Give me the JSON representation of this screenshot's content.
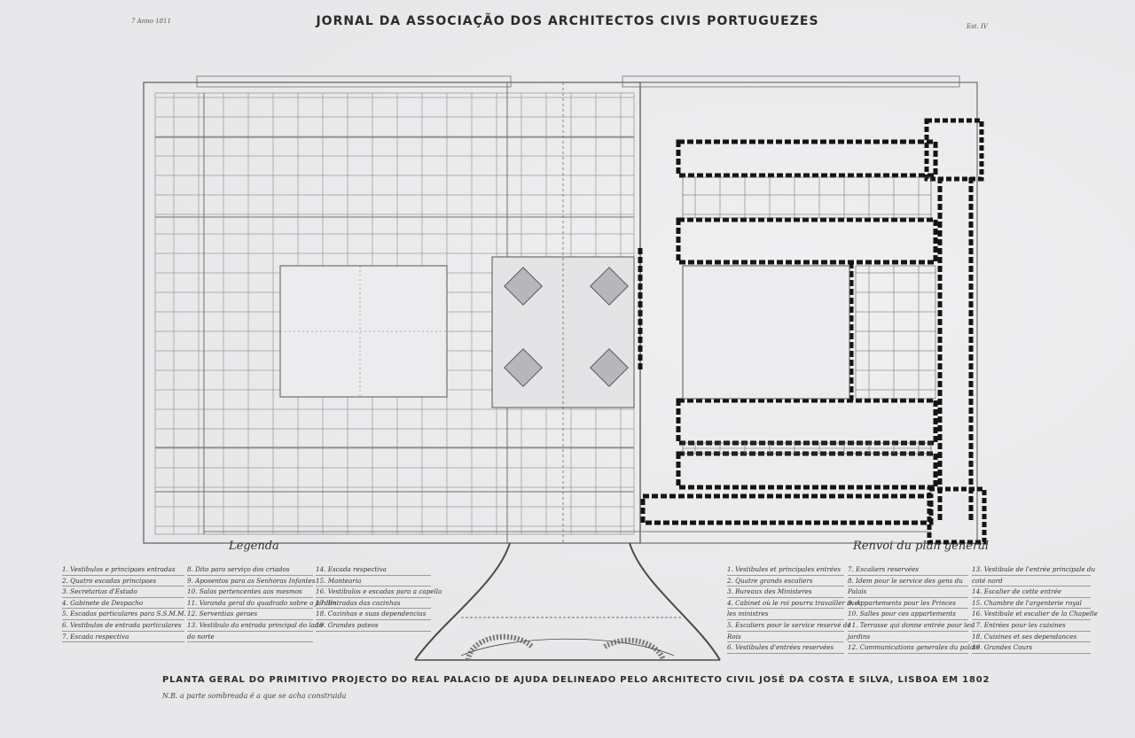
{
  "header": {
    "journal_title": "JORNAL DA ASSOCIAÇÃO DOS ARCHITECTOS CIVIS PORTUGUEZES",
    "corner_left": "7 Anno 1811",
    "corner_right": "Est. IV"
  },
  "legend_left": {
    "heading": "Legenda",
    "col1": [
      "1. Vestibulos e principaes entradas",
      "2. Quatro escadas principaes",
      "3. Secretarias d'Estado",
      "4. Gabinete de Despacho",
      "5. Escadas particulares para S.S.M.M.",
      "6. Vestibulos de entrada particulares",
      "7. Escada respectiva"
    ],
    "col2": [
      "8. Dito para serviço dos criados",
      "9. Aposentos para as Senhoras Infantes",
      "10. Salas pertencentes aos mesmos",
      "11. Varanda geral do quadrado sobre o jardim",
      "12. Serventias geraes",
      "13. Vestibulo da entrada principal do lado",
      "do norte"
    ],
    "col3": [
      "14. Escada respectiva",
      "15. Mantearia",
      "16. Vestibulos e escadas para a capella",
      "17. Entradas das cozinhas",
      "18. Cozinhas e suas dependencias",
      "19. Grandes pateos"
    ]
  },
  "legend_right": {
    "heading": "Renvoi du plan general",
    "col1": [
      "1. Vestibules et principales entrées",
      "2. Quatre grands escaliers",
      "3. Bureaux des Ministeres",
      "4. Cabinet où le roi pourra travailler avec",
      "les ministres",
      "5. Escaliers pour le service reservé de",
      "Rois",
      "6. Vestibules d'entrées reservées"
    ],
    "col2": [
      "7. Escaliers reservées",
      "8. Idem pour le service des gens du",
      "Palais",
      "9. Appartements pour les Princes",
      "10. Salles pour ces appartements",
      "11. Terrasse qui donne entrée pour les",
      "jardins",
      "12. Communications generales du palais"
    ],
    "col3": [
      "13. Vestibule de l'entrée principale du",
      "coté nord",
      "14. Escalier de cette entrée",
      "15. Chambre de l'argenterie royal",
      "16. Vestibule et escalier de la Chapelle",
      "17. Entrées pour les cuisines",
      "18. Cuisines et ses dependances",
      "19. Grandes Cours"
    ]
  },
  "footer": {
    "title": "PLANTA GERAL DO PRIMITIVO PROJECTO DO REAL PALACIO DE AJUDA DELINEADO PELO ARCHITECTO CIVIL JOSÉ DA COSTA E SILVA, LISBOA EM 1802",
    "note": "N.B. a parte sombreada é a que se acha construida"
  },
  "colors": {
    "paper": "#e8e7e9",
    "ink": "#2a2a2a",
    "light_line": "#7a7a7a",
    "built_part": "#141414"
  }
}
